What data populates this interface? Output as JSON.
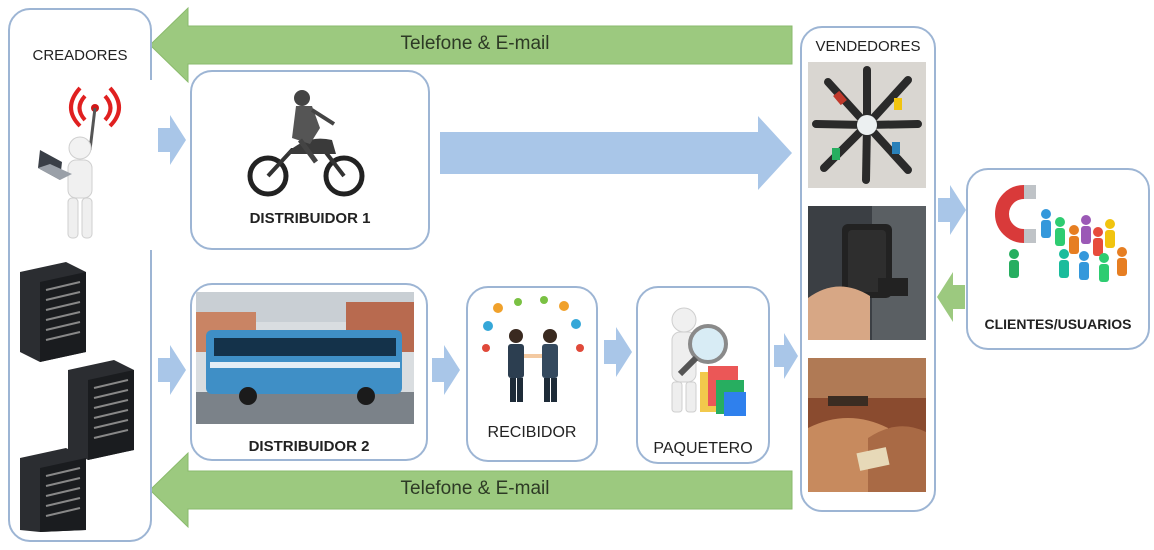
{
  "creators": {
    "label": "CREADORES"
  },
  "top_arrow": {
    "label": "Telefone & E-mail"
  },
  "bottom_arrow": {
    "label": "Telefone & E-mail"
  },
  "distributor1": {
    "label": "DISTRIBUIDOR 1"
  },
  "distributor2": {
    "label": "DISTRIBUIDOR 2"
  },
  "receiver": {
    "label": "RECIBIDOR"
  },
  "packer": {
    "label": "PAQUETERO"
  },
  "sellers": {
    "label": "VENDEDORES"
  },
  "clients": {
    "label": "CLIENTES/USUARIOS"
  },
  "colors": {
    "box_border": "#9db5d4",
    "flow_arrow": "#a9c6e8",
    "feedback_arrow": "#9cc97f"
  },
  "icons": [
    "wifi-person-laptop-icon",
    "server-rack-icon",
    "motorcycle-rider-icon",
    "bus-photo-icon",
    "handshake-people-icon",
    "magnifier-person-icon",
    "usb-drives-photo-icon",
    "external-drive-photo-icon",
    "money-exchange-photo-icon",
    "magnet-crowd-icon"
  ]
}
